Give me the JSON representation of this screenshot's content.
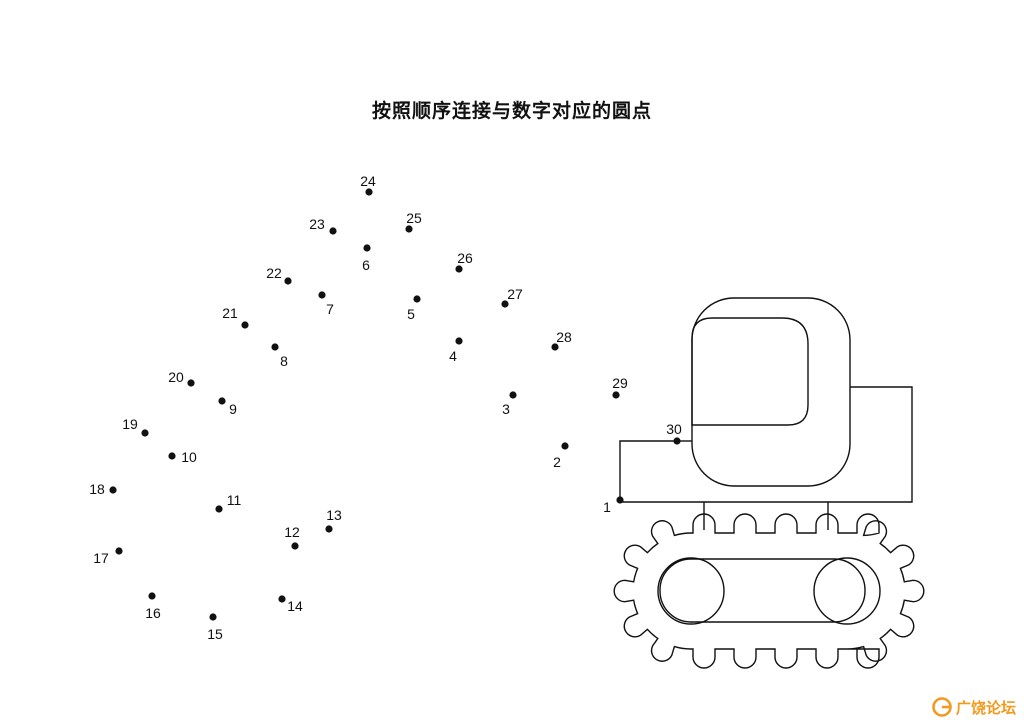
{
  "title": "按照顺序连接与数字对应的圆点",
  "dots": [
    {
      "label": "1"
    },
    {
      "label": "2"
    },
    {
      "label": "3"
    },
    {
      "label": "4"
    },
    {
      "label": "5"
    },
    {
      "label": "6"
    },
    {
      "label": "7"
    },
    {
      "label": "8"
    },
    {
      "label": "9"
    },
    {
      "label": "10"
    },
    {
      "label": "11"
    },
    {
      "label": "12"
    },
    {
      "label": "13"
    },
    {
      "label": "14"
    },
    {
      "label": "15"
    },
    {
      "label": "16"
    },
    {
      "label": "17"
    },
    {
      "label": "18"
    },
    {
      "label": "19"
    },
    {
      "label": "20"
    },
    {
      "label": "21"
    },
    {
      "label": "22"
    },
    {
      "label": "23"
    },
    {
      "label": "24"
    },
    {
      "label": "25"
    },
    {
      "label": "26"
    },
    {
      "label": "27"
    },
    {
      "label": "28"
    },
    {
      "label": "29"
    },
    {
      "label": "30"
    }
  ],
  "watermark": {
    "text": "广饶论坛",
    "color": "#f39a1e"
  }
}
